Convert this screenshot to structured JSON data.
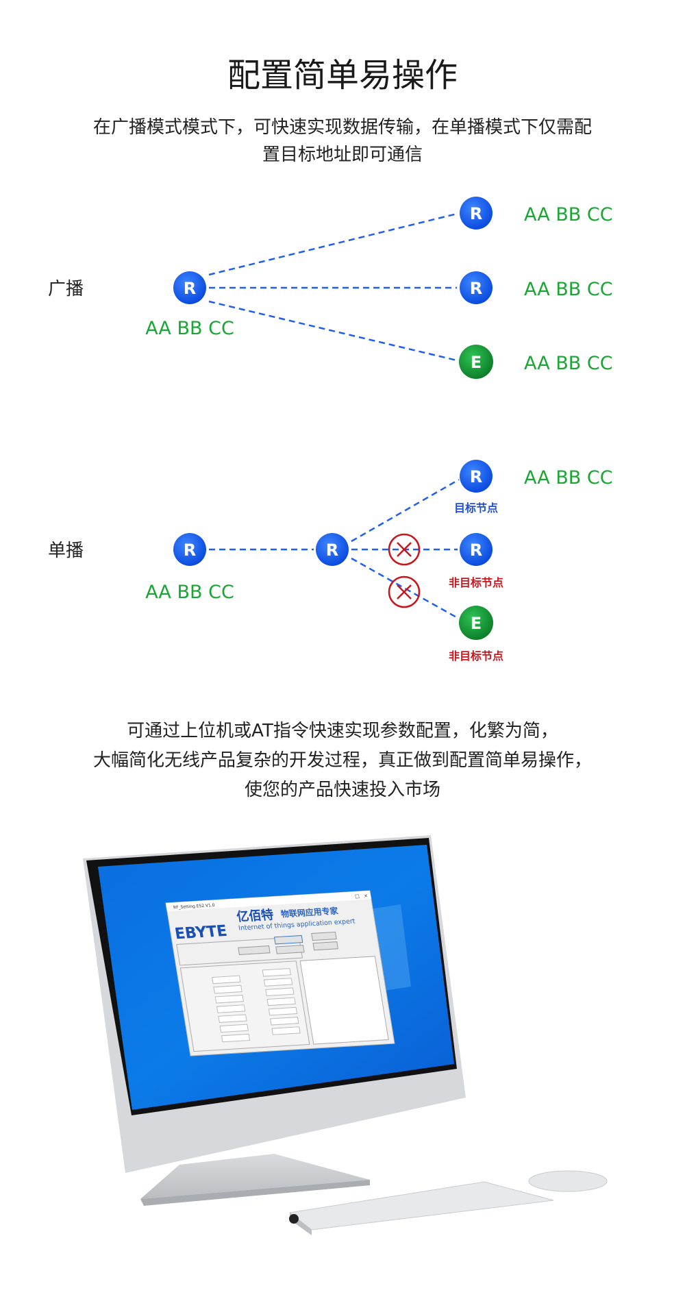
{
  "header": {
    "title": "配置简单易操作",
    "subtitle_lines": [
      "在广播模式模式下，可快速实现数据传输，在单播模式下仅需配",
      "置目标地址即可通信"
    ]
  },
  "broadcast": {
    "label": "广播",
    "source": {
      "letter": "R",
      "address": "AA BB CC"
    },
    "targets": [
      {
        "letter": "R",
        "address": "AA BB CC"
      },
      {
        "letter": "R",
        "address": "AA BB CC"
      },
      {
        "letter": "E",
        "address": "AA BB CC"
      }
    ]
  },
  "unicast": {
    "label": "单播",
    "source": {
      "letter": "R",
      "address": "AA BB CC"
    },
    "relay": {
      "letter": "R"
    },
    "targets": [
      {
        "letter": "R",
        "address": "AA BB CC",
        "caption": "目标节点",
        "blocked": false
      },
      {
        "letter": "R",
        "caption": "非目标节点",
        "blocked": true
      },
      {
        "letter": "E",
        "caption": "非目标节点",
        "blocked": true
      }
    ]
  },
  "description_lines": [
    "可通过上位机或AT指令快速实现参数配置，化繁为简，",
    "大幅简化无线产品复杂的开发过程，真正做到配置简单易操作，",
    "使您的产品快速投入市场"
  ],
  "app_window": {
    "title": "RF_Setting E52 V1.0",
    "brand": "EBYTE",
    "brand_cn": "亿佰特",
    "slogan_cn": "物联网应用专家",
    "slogan_en": "Internet of things application expert"
  },
  "colors": {
    "node_blue": "#0b5cf2",
    "node_green": "#12a23a",
    "address_green": "#1aa535",
    "link_blue": "#1f5ff0",
    "target_caption": "#1f4fd6",
    "blocked_red": "#c8161d"
  }
}
